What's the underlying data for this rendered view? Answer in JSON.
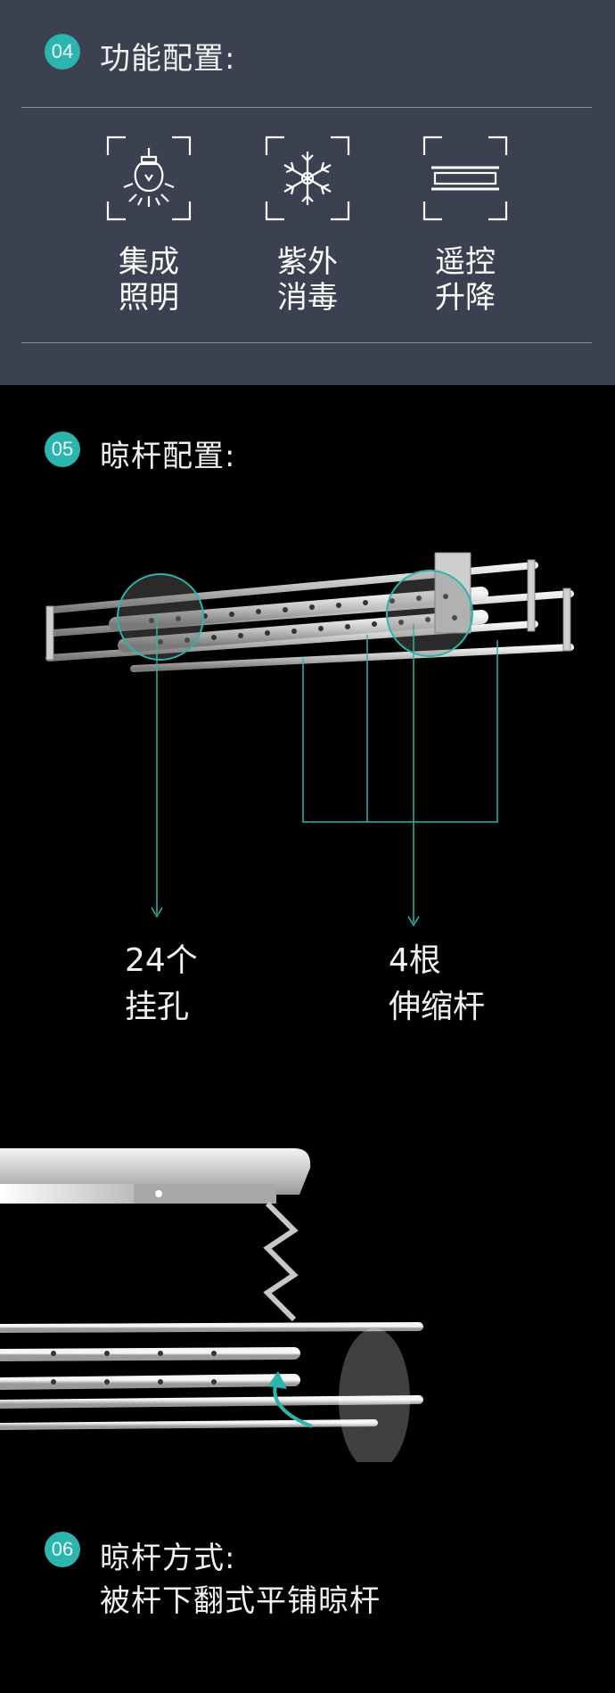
{
  "section04": {
    "number": "04",
    "title": "功能配置:",
    "features": [
      {
        "icon": "bulb-icon",
        "line1": "集成",
        "line2": "照明"
      },
      {
        "icon": "snowflake-icon",
        "line1": "紫外",
        "line2": "消毒"
      },
      {
        "icon": "lift-icon",
        "line1": "遥控",
        "line2": "升降"
      }
    ]
  },
  "section05": {
    "number": "05",
    "title": "晾杆配置:",
    "callouts": [
      {
        "line1": "24个",
        "line2": "挂孔"
      },
      {
        "line1": "4根",
        "line2": "伸缩杆"
      }
    ]
  },
  "section06": {
    "number": "06",
    "title": "晾杆方式:",
    "subtitle": "被杆下翻式平铺晾杆"
  },
  "colors": {
    "panel": "#3b4150",
    "accent": "#2bb5ae",
    "background": "#000000"
  }
}
